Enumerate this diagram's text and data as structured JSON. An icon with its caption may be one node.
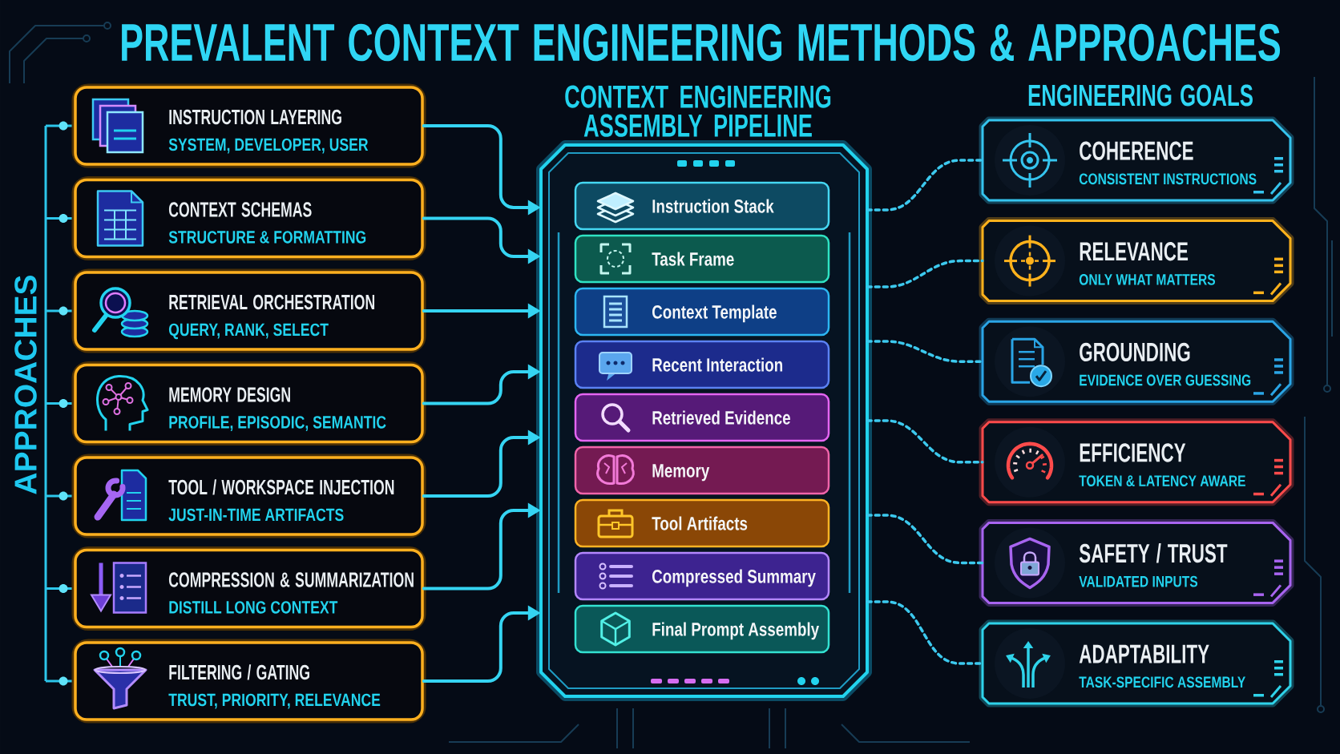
{
  "diagram": {
    "title": "PREVALENT CONTEXT ENGINEERING METHODS & APPROACHES",
    "nodes": [
      {
        "text": [
          "INSTRUCTION LAYERING",
          "SYSTEM, DEVELOPER, USER"
        ]
      },
      {
        "text": [
          "CONTEXT SCHEMAS",
          "STRUCTURE & FORMATTING"
        ]
      },
      {
        "text": [
          "RETRIEVAL ORCHESTRATION",
          "QUERY, RANK, SELECT"
        ]
      },
      {
        "text": [
          "MEMORY DESIGN",
          "PROFILE, EPISODIC, SEMANTIC"
        ]
      },
      {
        "text": [
          "TOOL / WORKSPACE INJECTION",
          "JUST-IN-TIME ARTIFACTS"
        ]
      },
      {
        "text": [
          "COMPRESSION & SUMMARIZATION",
          "DISTILL LONG CONTEXT"
        ]
      },
      {
        "text": [
          "FILTERING / GATING",
          "TRUST, PRIORITY, RELEVANCE"
        ]
      },
      {
        "text": [
          "CONTEXT ENGINEERING ASSEMBLY PIPELINE"
        ]
      },
      {
        "text": [
          "Instruction Stack"
        ],
        "in": 7
      },
      {
        "text": [
          "Task Frame"
        ],
        "in": 7
      },
      {
        "text": [
          "Context Template"
        ],
        "in": 7
      },
      {
        "text": [
          "Recent Interaction"
        ],
        "in": 7
      },
      {
        "text": [
          "Retrieved Evidence"
        ],
        "in": 7
      },
      {
        "text": [
          "Memory"
        ],
        "in": 7
      },
      {
        "text": [
          "Tool Artifacts"
        ],
        "in": 7
      },
      {
        "text": [
          "Compressed Summary"
        ],
        "in": 7
      },
      {
        "text": [
          "Final Prompt Assembly"
        ],
        "in": 7
      },
      {
        "text": [
          "COHERENCE",
          "CONSISTENT INSTRUCTIONS"
        ]
      },
      {
        "text": [
          "RELEVANCE",
          "ONLY WHAT MATTERS"
        ]
      },
      {
        "text": [
          "GROUNDING",
          "EVIDENCE OVER GUESSING"
        ]
      },
      {
        "text": [
          "EFFICIENCY",
          "TOKEN & LATENCY AWARE"
        ]
      },
      {
        "text": [
          "SAFETY / TRUST",
          "VALIDATED INPUTS"
        ]
      },
      {
        "text": [
          "ADAPTABILITY",
          "TASK-SPECIFIC ASSEMBLY"
        ]
      }
    ],
    "edges": [
      {
        "from": 0,
        "to": 7,
        "arrow": "to"
      },
      {
        "from": 1,
        "to": 7,
        "arrow": "to"
      },
      {
        "from": 2,
        "to": 7,
        "arrow": "to"
      },
      {
        "from": 3,
        "to": 7,
        "arrow": "to"
      },
      {
        "from": 4,
        "to": 7,
        "arrow": "to"
      },
      {
        "from": 5,
        "to": 7,
        "arrow": "to"
      },
      {
        "from": 6,
        "to": 7,
        "arrow": "to"
      },
      {
        "from": 7,
        "to": 17,
        "arrow": "none",
        "style": "dashed"
      },
      {
        "from": 7,
        "to": 18,
        "arrow": "none",
        "style": "dashed"
      },
      {
        "from": 7,
        "to": 19,
        "arrow": "none",
        "style": "dashed"
      },
      {
        "from": 7,
        "to": 20,
        "arrow": "none",
        "style": "dashed"
      },
      {
        "from": 7,
        "to": 21,
        "arrow": "none",
        "style": "dashed"
      },
      {
        "from": 7,
        "to": 22,
        "arrow": "none",
        "style": "dashed"
      }
    ],
    "labels": [
      "APPROACHES",
      "ENGINEERING GOALS"
    ]
  }
}
